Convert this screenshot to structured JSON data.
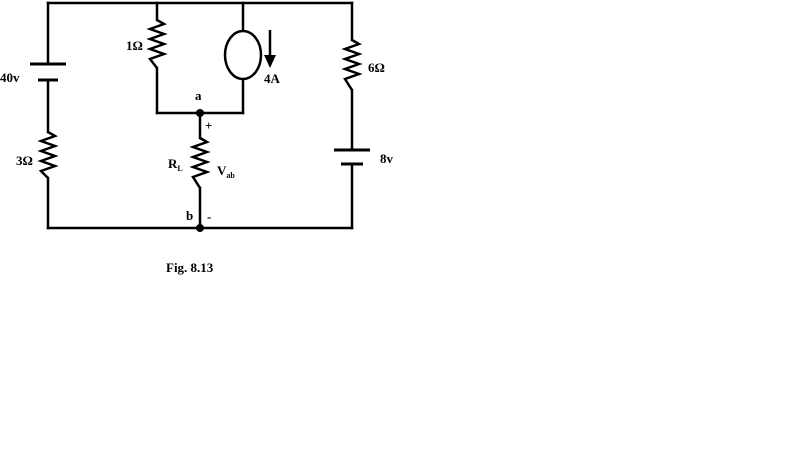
{
  "components": {
    "battery_left": {
      "label": "40v"
    },
    "resistor_left": {
      "label": "3Ω"
    },
    "resistor_top": {
      "label": "1Ω"
    },
    "current_source": {
      "label": "4A"
    },
    "resistor_right": {
      "label": "6Ω"
    },
    "battery_right": {
      "label": "8v"
    },
    "load_resistor": {
      "label": "R",
      "subscript": "L"
    }
  },
  "nodes": {
    "a": {
      "label": "a",
      "polarity": "+"
    },
    "b": {
      "label": "b",
      "polarity": "-"
    }
  },
  "voltage": {
    "label": "V",
    "subscript": "ab"
  },
  "caption": "Fig. 8.13",
  "colors": {
    "ink": "#000000",
    "background": "#ffffff"
  }
}
